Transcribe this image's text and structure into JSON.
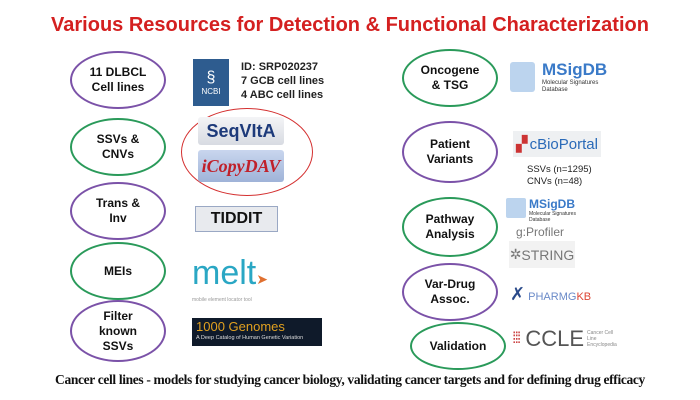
{
  "title": "Various Resources for Detection & Functional Characterization",
  "left": [
    {
      "label": "11 DLBCL\nCell lines"
    },
    {
      "label": "SSVs &\nCNVs"
    },
    {
      "label": "Trans &\nInv"
    },
    {
      "label": "MEIs"
    },
    {
      "label": "Filter\nknown\nSSVs"
    }
  ],
  "right": [
    {
      "label": "Oncogene\n& TSG"
    },
    {
      "label": "Patient\nVariants"
    },
    {
      "label": "Pathway\nAnalysis"
    },
    {
      "label": "Var-Drug\nAssoc."
    },
    {
      "label": "Validation"
    }
  ],
  "ncbi": {
    "logo": "NCBI",
    "id": "ID: SRP020237",
    "gcb": "7 GCB cell lines",
    "abc": "4 ABC cell lines"
  },
  "tools": {
    "seqvita": "SeqVItA",
    "icopydav": "iCopyDAV",
    "tiddit": "TIDDIT",
    "melt": "melt",
    "melt_sub": "mobile element locator tool",
    "kg": "1000 Genomes",
    "kg_sub": "A Deep Catalog of Human Genetic Variation"
  },
  "msigdb": {
    "name": "MSigDB",
    "sub": "Molecular Signatures Database"
  },
  "cbioportal": {
    "name": "cBioPortal",
    "ssvs": "SSVs (n=1295)",
    "cnvs": "CNVs (n=48)"
  },
  "gprofiler": "g:Profiler",
  "string": "STRING",
  "pharmgkb": {
    "a": "PHARMG",
    "b": "KB"
  },
  "ccle": {
    "name": "CCLE",
    "sub": "Cancer Cell Line Encyclopedia"
  },
  "footer": "Cancer cell lines - models for studying cancer biology, validating cancer targets and for defining drug efficacy",
  "colors": {
    "title": "#d42020",
    "purple": "#7b52a8",
    "green": "#2a9a5a",
    "red": "#d43030"
  }
}
